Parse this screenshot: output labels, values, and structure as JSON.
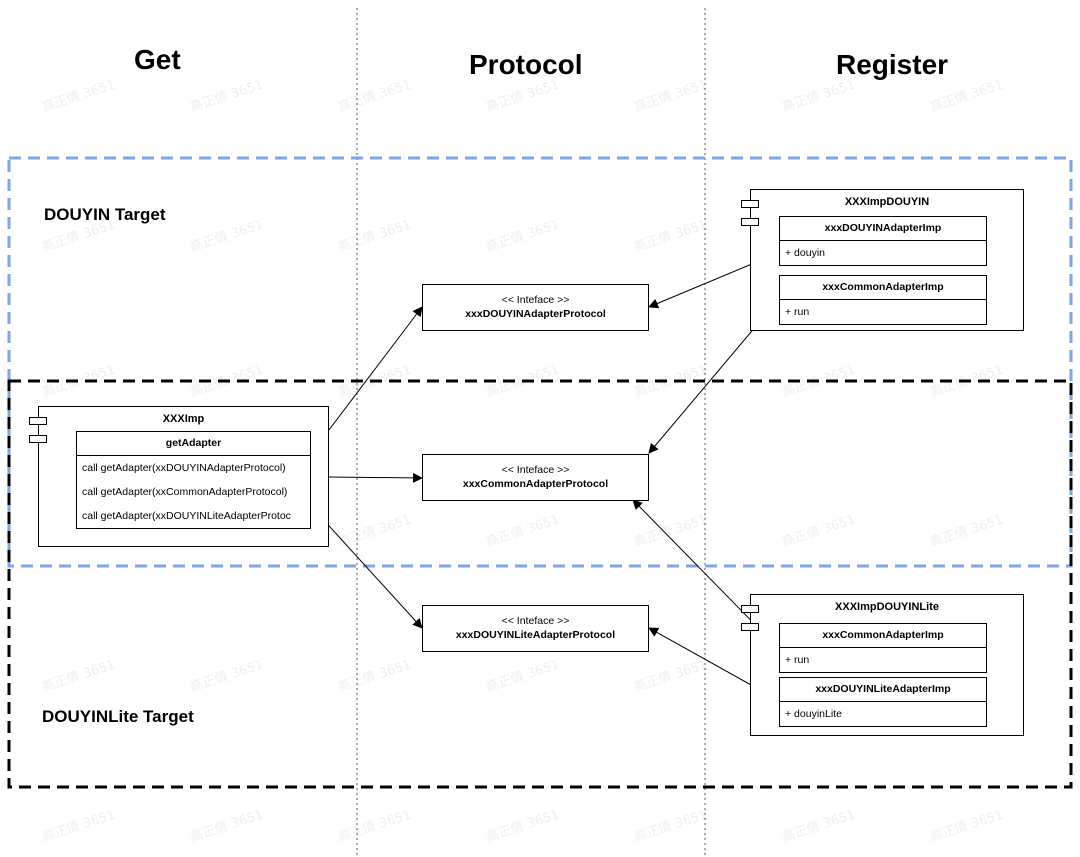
{
  "columns": {
    "get": "Get",
    "protocol": "Protocol",
    "register": "Register"
  },
  "targets": {
    "douyin": "DOUYIN Target",
    "douyinlite": "DOUYINLite Target"
  },
  "get_component": {
    "title": "XXXImp",
    "class_name": "getAdapter",
    "rows": [
      "call getAdapter(xxDOUYINAdapterProtocol)",
      "call getAdapter(xxCommonAdapterProtocol)",
      "call getAdapter(xxDOUYINLiteAdapterProtoc"
    ]
  },
  "protocols": [
    {
      "stereotype": "<< Inteface >>",
      "name": "xxxDOUYINAdapterProtocol"
    },
    {
      "stereotype": "<< Inteface >>",
      "name": "xxxCommonAdapterProtocol"
    },
    {
      "stereotype": "<< Inteface >>",
      "name": "xxxDOUYINLiteAdapterProtocol"
    }
  ],
  "register_douyin": {
    "title": "XXXImpDOUYIN",
    "classes": [
      {
        "name": "xxxDOUYINAdapterImp",
        "member": "+ douyin"
      },
      {
        "name": "xxxCommonAdapterImp",
        "member": "+ run"
      }
    ]
  },
  "register_douyinlite": {
    "title": "XXXImpDOUYINLite",
    "classes": [
      {
        "name": "xxxCommonAdapterImp",
        "member": "+ run"
      },
      {
        "name": "xxxDOUYINLiteAdapterImp",
        "member": "+ douyinLite"
      }
    ]
  },
  "watermark": "高正倩 3651",
  "colors": {
    "douyin_border": "#7ea6e0",
    "douyinlite_border": "#000000",
    "divider": "#555555"
  }
}
